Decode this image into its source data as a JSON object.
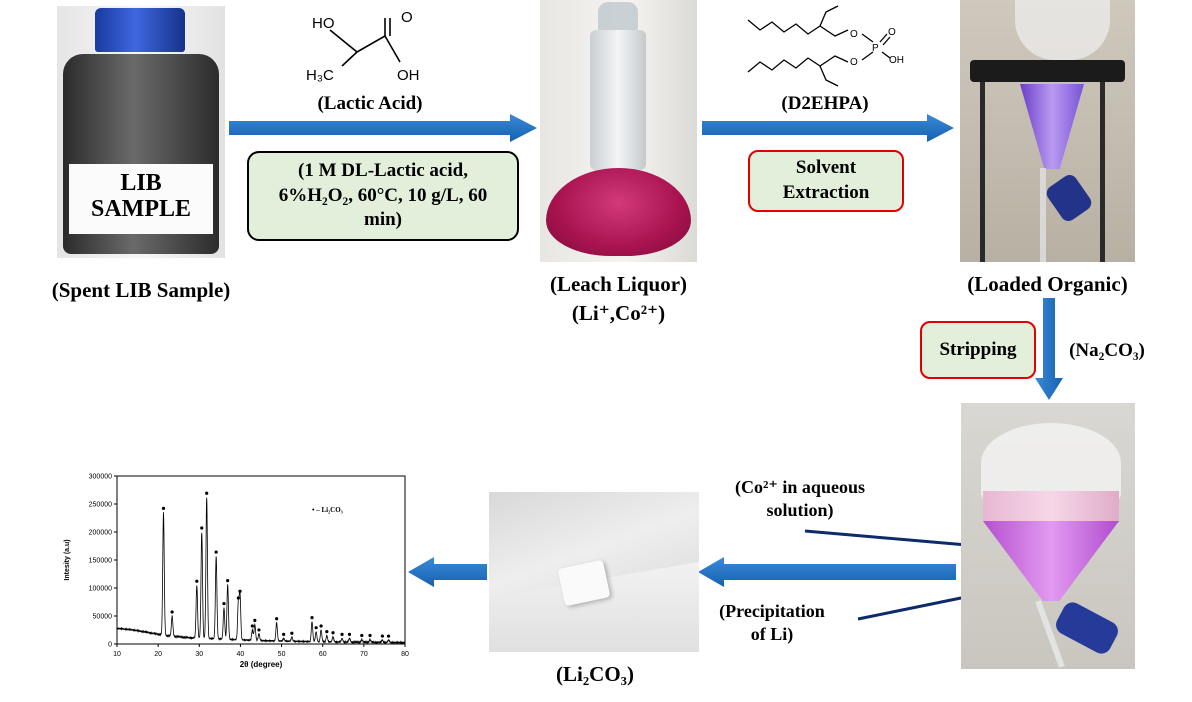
{
  "nodes": {
    "spent": {
      "label": "(Spent LIB Sample)",
      "jar_line1": "LIB",
      "jar_line2": "SAMPLE"
    },
    "leach": {
      "label": "(Leach Liquor)",
      "ions": "(Li⁺,Co²⁺)"
    },
    "loaded": {
      "label": "(Loaded Organic)"
    },
    "li2co3": {
      "label": "(Li₂CO₃)"
    }
  },
  "reagents": {
    "lactic": {
      "label": "(Lactic Acid)",
      "ho": "HO",
      "oh": "OH",
      "o": "O",
      "h3c": "H₃C"
    },
    "d2ehpa": {
      "label": "(D2EHPA)",
      "o": "O",
      "p": "P",
      "oh": "OH"
    },
    "na2co3": "(Na₂CO₃)"
  },
  "boxes": {
    "leach_conditions": "(1 M DL-Lactic acid, 6%H₂O₂, 60°C, 10 g/L, 60 min)",
    "solvent_extraction": "Solvent Extraction",
    "stripping": "Stripping"
  },
  "annotations": {
    "co_aqueous": "(Co²⁺ in aqueous solution)",
    "precipitation": "(Precipitation of Li)"
  },
  "colors": {
    "arrow": "#1e6fc0",
    "box_fill": "#e2efda",
    "box_red": "#e00000",
    "box_black": "#000000",
    "liquid": "#a8134f",
    "purple": "#8a4fe0"
  },
  "chart_data": {
    "type": "line",
    "title": "",
    "xlabel": "2θ (degree)",
    "ylabel": "Intesity (a.u)",
    "xlim": [
      10,
      80
    ],
    "ylim": [
      0,
      300000
    ],
    "xticks": [
      10,
      20,
      30,
      40,
      50,
      60,
      70,
      80
    ],
    "yticks": [
      0,
      50000,
      100000,
      150000,
      200000,
      250000,
      300000
    ],
    "legend": "• – Li₂CO₃",
    "legend_position": "top-right",
    "baseline": [
      [
        10,
        28000
      ],
      [
        14,
        25000
      ],
      [
        18,
        20000
      ],
      [
        22,
        15000
      ],
      [
        28,
        11000
      ],
      [
        35,
        9000
      ],
      [
        45,
        6000
      ],
      [
        55,
        4500
      ],
      [
        65,
        3500
      ],
      [
        80,
        2500
      ]
    ],
    "peaks": [
      {
        "x": 21.3,
        "y": 235000
      },
      {
        "x": 23.4,
        "y": 50000
      },
      {
        "x": 29.4,
        "y": 105000
      },
      {
        "x": 30.6,
        "y": 200000
      },
      {
        "x": 31.8,
        "y": 262000
      },
      {
        "x": 34.1,
        "y": 157000
      },
      {
        "x": 36.0,
        "y": 65000
      },
      {
        "x": 36.9,
        "y": 106000
      },
      {
        "x": 39.5,
        "y": 75000
      },
      {
        "x": 39.9,
        "y": 87000
      },
      {
        "x": 42.9,
        "y": 25000
      },
      {
        "x": 43.5,
        "y": 35000
      },
      {
        "x": 44.5,
        "y": 18000
      },
      {
        "x": 48.8,
        "y": 38000
      },
      {
        "x": 50.5,
        "y": 10000
      },
      {
        "x": 52.5,
        "y": 12000
      },
      {
        "x": 57.4,
        "y": 40000
      },
      {
        "x": 58.4,
        "y": 22000
      },
      {
        "x": 59.6,
        "y": 25000
      },
      {
        "x": 61.0,
        "y": 15000
      },
      {
        "x": 62.5,
        "y": 13000
      },
      {
        "x": 64.7,
        "y": 10000
      },
      {
        "x": 66.5,
        "y": 10000
      },
      {
        "x": 69.5,
        "y": 8000
      },
      {
        "x": 71.5,
        "y": 8000
      },
      {
        "x": 74.5,
        "y": 7000
      },
      {
        "x": 76.0,
        "y": 7000
      }
    ]
  }
}
